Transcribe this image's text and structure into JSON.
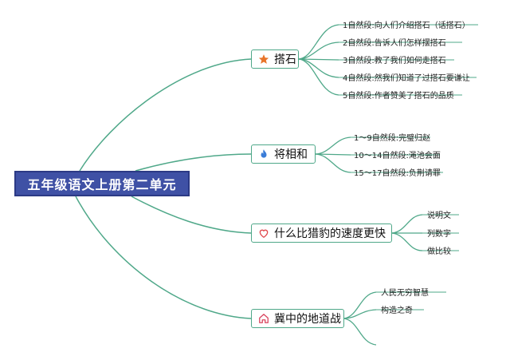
{
  "root": {
    "label": "五年级语文上册第二单元"
  },
  "branches": [
    {
      "label": "搭石",
      "icon": "star-icon",
      "leaves": [
        "1自然段:向人们介绍搭石（话搭石）",
        "2自然段:告诉人们怎样摆搭石",
        "3自然段:教了我们如何走搭石",
        "4自然段:然我们知道了过搭石要谦让",
        "5自然段:作者赞美了搭石的品质"
      ]
    },
    {
      "label": "将相和",
      "icon": "flame-icon",
      "leaves": [
        "1～9自然段:完璧归赵",
        "10～14自然段:渑池会面",
        "15～17自然段:负荆请罪"
      ]
    },
    {
      "label": "什么比猎豹的速度更快",
      "icon": "heart-icon",
      "leaves": [
        "说明文",
        "列数字",
        "做比较"
      ]
    },
    {
      "label": "冀中的地道战",
      "icon": "home-icon",
      "leaves": [
        "人民无穷智慧",
        "构造之奇",
        ""
      ]
    }
  ],
  "colors": {
    "root_fill": "#3f51a5",
    "branch_border": "#4fa889",
    "link_stroke": "#4fa889",
    "star": "#e8742a",
    "flame": "#3b7dd8",
    "heart": "#e0474c",
    "home": "#d9455f"
  }
}
